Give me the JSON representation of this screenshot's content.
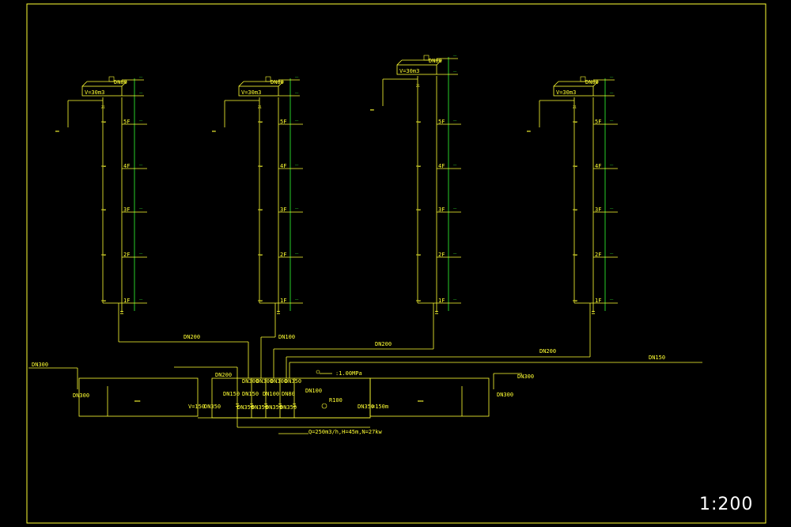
{
  "scale_label": "1:200",
  "colors": {
    "frame": "#ffff33",
    "pipe": "#ffff33",
    "riser": "#33ff33",
    "text": "#ffff33",
    "scale": "#ffffff"
  },
  "floors": [
    "5F",
    "4F",
    "3F",
    "2F",
    "1F"
  ],
  "tank_labels": [
    "V=30m3",
    "V=30m3",
    "V=30m3",
    "V=30m3"
  ],
  "top_pipe_labels": [
    "DN80",
    "DN80",
    "DN80",
    "DN80"
  ],
  "riser_top_labels": [
    "Z1",
    "Z1",
    "Z1",
    "Z1"
  ],
  "branch_labels": [
    "DN200",
    "DN100",
    "DN200",
    "DN200",
    "DN150"
  ],
  "pump_room": {
    "inlet_left": "DN300",
    "inlet_right": "DN300",
    "left_vert": "DN300",
    "right_vert": "DN300",
    "mid_dn200": "DN200",
    "header_labels": [
      "DN300",
      "DN300",
      "DN300",
      "DN350"
    ],
    "valve_labels": [
      "DN150",
      "DN150",
      "DN100",
      "DN80"
    ],
    "pump_labels": [
      "DN350",
      "DN350",
      "DN350",
      "DN350"
    ],
    "dn100": "DN100",
    "r100": "R100",
    "right_dn350": "DN350",
    "pressure": ":1.00MPa",
    "left_vol": "V=150",
    "right_vol": "=150m",
    "left_small_dn": "DN350",
    "pump_spec": "Q=250m3/h,H=45m,N=27kw"
  }
}
